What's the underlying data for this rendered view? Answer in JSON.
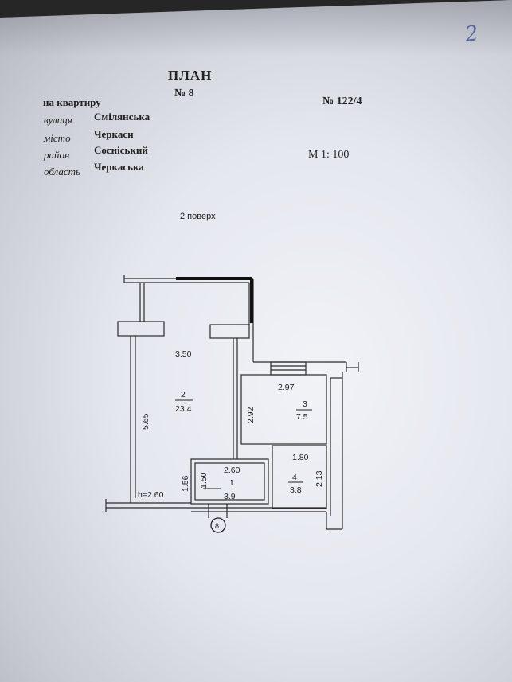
{
  "document": {
    "title": "ПЛАН",
    "subtitle": "на квартиру",
    "apartment_no": "№ 8",
    "registry_no": "№ 122/4",
    "scale": "М 1: 100",
    "floor": "2  поверх",
    "handwritten_mark": "2",
    "address": [
      {
        "label": "вулиця",
        "value": "Смілянська"
      },
      {
        "label": "місто",
        "value": "Черкаси"
      },
      {
        "label": "район",
        "value": "Сосніський"
      },
      {
        "label": "область",
        "value": "Черкаська"
      }
    ]
  },
  "plan": {
    "rooms": [
      {
        "number": "2",
        "area": "23.4",
        "top_dim": "3.50",
        "side_dim": "5.65"
      },
      {
        "number": "3",
        "area": "7.5",
        "top_dim": "2.97",
        "side_dim": "2.92"
      },
      {
        "number": "1",
        "area": "3.9",
        "top_dim": "2.60",
        "side_dim": "1.50"
      },
      {
        "number": "4",
        "area": "3.8",
        "top_dim": "1.80",
        "side_dim": "2.13"
      }
    ],
    "extra_dim": "1.56",
    "ceiling_height": "h=2.60",
    "axis_marker": "8"
  }
}
